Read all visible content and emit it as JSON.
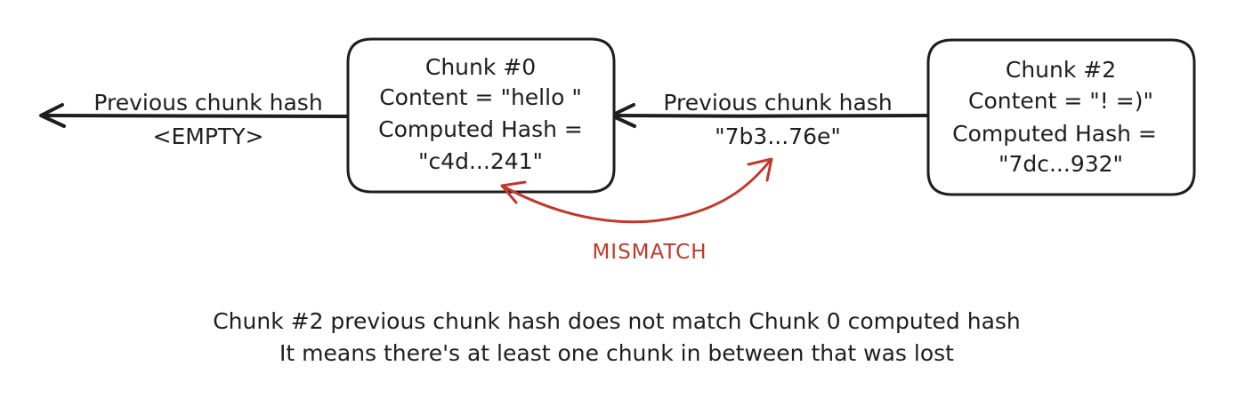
{
  "chunks": [
    {
      "title": "Chunk #0",
      "content": "Content = \"hello \"",
      "hash_label": "Computed Hash =",
      "hash_value": "\"c4d...241\""
    },
    {
      "title": "Chunk #2",
      "content": "Content = \"! =)\"",
      "hash_label": "Computed Hash =",
      "hash_value": "\"7dc...932\""
    }
  ],
  "links": [
    {
      "label": "Previous chunk hash",
      "value": "<EMPTY>"
    },
    {
      "label": "Previous chunk hash",
      "value": "\"7b3...76e\""
    }
  ],
  "mismatch": {
    "label": "MISMATCH",
    "color": "#c0392b"
  },
  "caption": {
    "line1": "Chunk #2 previous chunk hash does not match Chunk 0 computed hash",
    "line2": "It means there's at least one chunk in between that was lost"
  }
}
